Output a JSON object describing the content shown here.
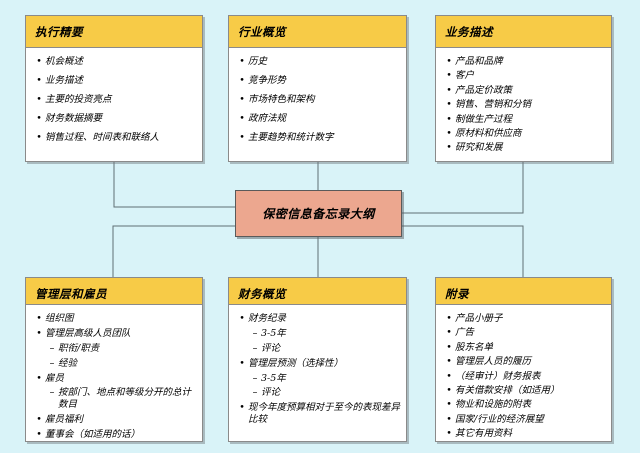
{
  "colors": {
    "background": "#d9f3f8",
    "header_fill": "#f7cb47",
    "body_fill": "#ffffff",
    "center_fill": "#eca78f",
    "box_border": "#8a8a8a",
    "center_border": "#5a5a5a",
    "connector": "#5f6f75",
    "text": "#000000"
  },
  "center": {
    "label": "保密信息备忘录大纲"
  },
  "boxes": [
    {
      "id": "executive-summary",
      "title": "执行精要",
      "items": [
        {
          "level": 1,
          "text": "机会概述"
        },
        {
          "level": 1,
          "text": "业务描述"
        },
        {
          "level": 1,
          "text": "主要的投资亮点"
        },
        {
          "level": 1,
          "text": "财务数据摘要"
        },
        {
          "level": 1,
          "text": "销售过程、时间表和联络人"
        }
      ]
    },
    {
      "id": "industry-overview",
      "title": "行业概览",
      "items": [
        {
          "level": 1,
          "text": "历史"
        },
        {
          "level": 1,
          "text": "竞争形势"
        },
        {
          "level": 1,
          "text": "市场特色和架构"
        },
        {
          "level": 1,
          "text": "政府法规"
        },
        {
          "level": 1,
          "text": "主要趋势和统计数字"
        }
      ]
    },
    {
      "id": "business-description",
      "title": "业务描述",
      "items": [
        {
          "level": 1,
          "text": "产品和品牌"
        },
        {
          "level": 1,
          "text": "客户"
        },
        {
          "level": 1,
          "text": "产品定价政策"
        },
        {
          "level": 1,
          "text": "销售、营销和分销"
        },
        {
          "level": 1,
          "text": "制做生产过程"
        },
        {
          "level": 1,
          "text": "原材料和供应商"
        },
        {
          "level": 1,
          "text": "研究和发展"
        }
      ]
    },
    {
      "id": "management-and-employees",
      "title": "管理层和雇员",
      "items": [
        {
          "level": 1,
          "text": "组织图"
        },
        {
          "level": 1,
          "text": "管理层高级人员团队"
        },
        {
          "level": 2,
          "text": "职衔/职责"
        },
        {
          "level": 2,
          "text": "经验"
        },
        {
          "level": 1,
          "text": "雇员"
        },
        {
          "level": 2,
          "text": "按部门、地点和等级分开的总计数目"
        },
        {
          "level": 1,
          "text": "雇员福利"
        },
        {
          "level": 1,
          "text": "董事会（如适用的话）"
        }
      ]
    },
    {
      "id": "financial-overview",
      "title": "财务概览",
      "items": [
        {
          "level": 1,
          "text": "财务纪录"
        },
        {
          "level": 2,
          "text": "3-5年"
        },
        {
          "level": 2,
          "text": "评论"
        },
        {
          "level": 1,
          "text": "管理层预测（选择性）"
        },
        {
          "level": 2,
          "text": "3-5年"
        },
        {
          "level": 2,
          "text": "评论"
        },
        {
          "level": 1,
          "text": "现今年度预算相对于至今的表现差异比较"
        }
      ]
    },
    {
      "id": "appendix",
      "title": "附录",
      "items": [
        {
          "level": 1,
          "text": "产品小册子"
        },
        {
          "level": 1,
          "text": "广告"
        },
        {
          "level": 1,
          "text": "股东名单"
        },
        {
          "level": 1,
          "text": "管理层人员的履历"
        },
        {
          "level": 1,
          "text": "（经审计）财务报表"
        },
        {
          "level": 1,
          "text": "有关借款安排（如适用）"
        },
        {
          "level": 1,
          "text": "物业和设施的附表"
        },
        {
          "level": 1,
          "text": "国家/行业的经济展望"
        },
        {
          "level": 1,
          "text": "其它有用资料"
        }
      ]
    }
  ]
}
